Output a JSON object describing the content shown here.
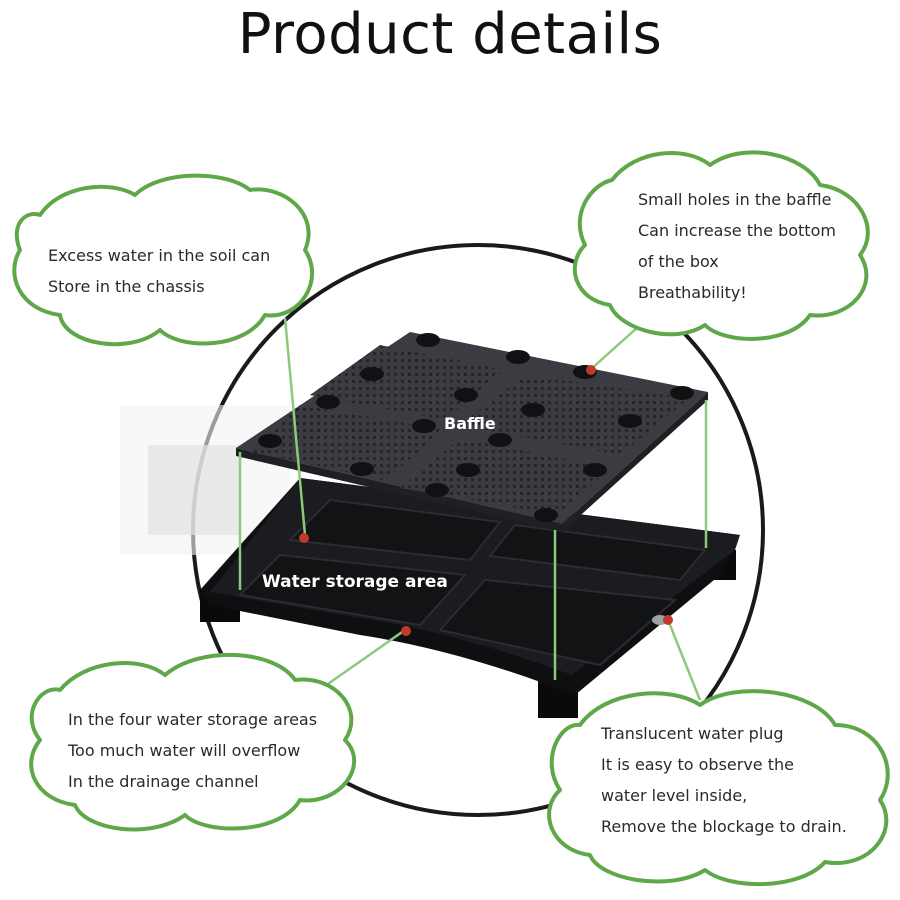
{
  "page": {
    "title": "Product details"
  },
  "callouts": {
    "top_left": {
      "lines": [
        "Excess water in the soil can",
        "Store in the chassis"
      ]
    },
    "top_right": {
      "lines": [
        "Small holes in the baffle",
        "Can increase the bottom",
        "of the box",
        "Breathability!"
      ]
    },
    "bottom_left": {
      "lines": [
        "In the four water storage areas",
        "Too much water will overflow",
        "In the drainage channel"
      ]
    },
    "bottom_right": {
      "lines": [
        "Translucent water plug",
        "It is easy to observe the",
        "water level inside,",
        "Remove the blockage to drain."
      ]
    }
  },
  "product_labels": {
    "baffle": "Baffle",
    "water_storage_area": "Water storage area"
  },
  "colors": {
    "bubble_outline": "#5fa84a",
    "leader_line": "#8cc97a",
    "marker_dot": "#c0392b",
    "plate": "#2e3034",
    "base": "#0e0f11"
  }
}
